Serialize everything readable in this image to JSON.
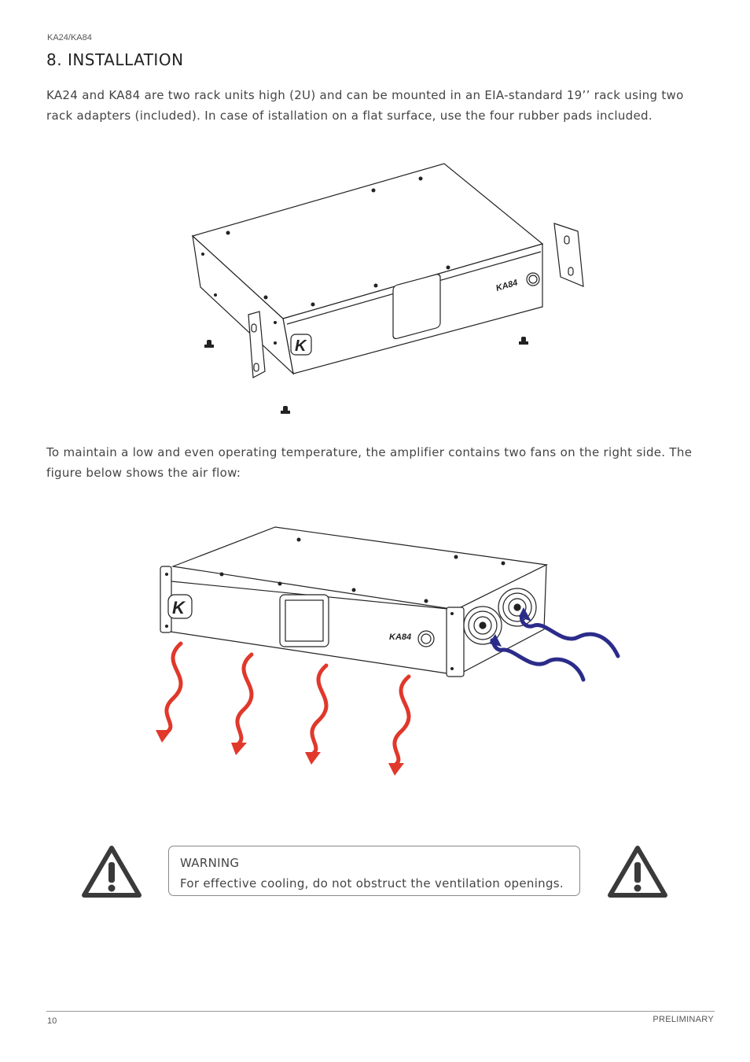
{
  "header": {
    "model": "KA24/KA84"
  },
  "section": {
    "title": "8. INSTALLATION"
  },
  "paragraphs": {
    "mounting": "KA24 and KA84 are two rack units high (2U) and can be mounted in an EIA-standard 19’’ rack using two rack adapters (included). In case of istallation on a flat surface, use the four rubber pads included.",
    "airflow": "To maintain a low and even operating temperature, the amplifier contains two fans on the right side. The figure below shows the air flow:"
  },
  "figures": {
    "rack_mount": {
      "front_label": "KA84",
      "logo": "K"
    },
    "air_flow": {
      "front_label": "KA84",
      "logo": "K",
      "exhaust_color": "#e0382b",
      "intake_color": "#2b2c8a"
    }
  },
  "warning": {
    "title": "WARNING",
    "text": "For effective cooling, do not obstruct the ventilation openings."
  },
  "footer": {
    "page_number": "10",
    "status": "PRELIMINARY"
  }
}
